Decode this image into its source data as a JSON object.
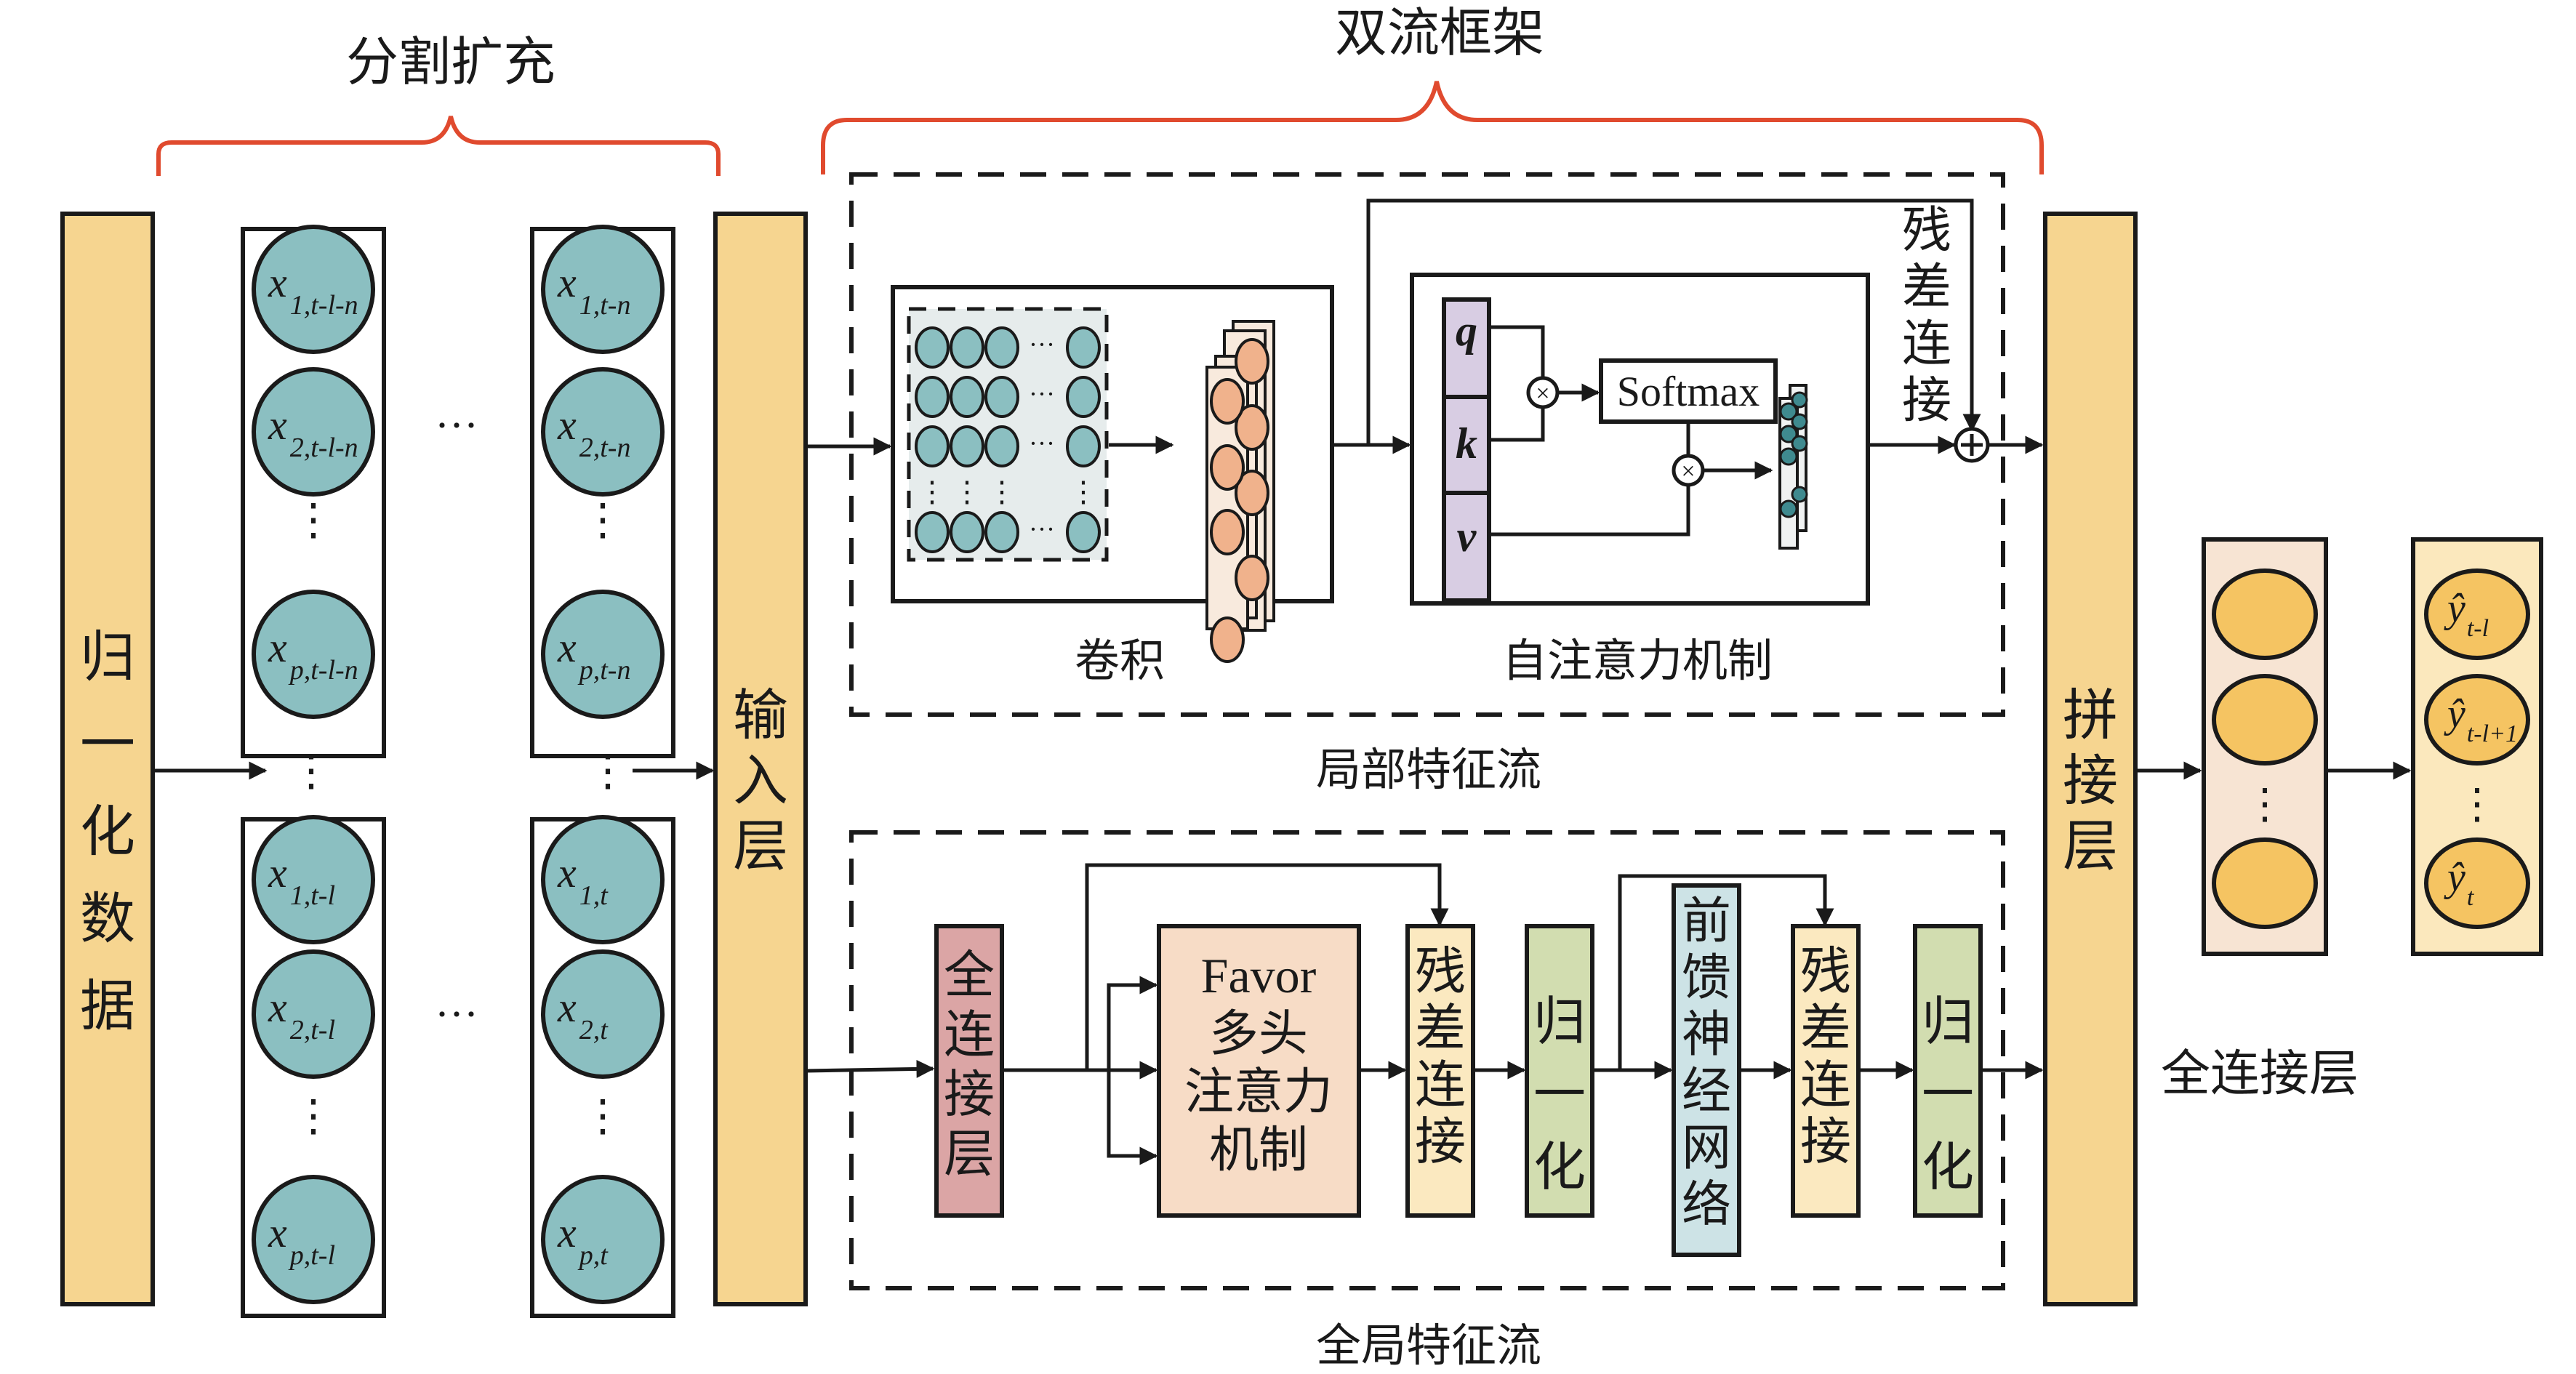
{
  "titles": {
    "split_expand": "分割扩充",
    "dual_stream": "双流框架",
    "local_stream": "局部特征流",
    "global_stream": "全局特征流"
  },
  "blocks": {
    "normalized_data": [
      "归",
      "一",
      "化",
      "数",
      "据"
    ],
    "input_layer": [
      "输",
      "入",
      "层"
    ],
    "concat_layer": [
      "拼",
      "接",
      "层"
    ],
    "fc_layer_label": "全连接层"
  },
  "split_columns": {
    "col_first_top": [
      {
        "base": "x",
        "sub": "1,t-l-n"
      },
      {
        "base": "x",
        "sub": "2,t-l-n"
      },
      {
        "base": "x",
        "sub": "p,t-l-n"
      }
    ],
    "col_last_top": [
      {
        "base": "x",
        "sub": "1,t-n"
      },
      {
        "base": "x",
        "sub": "2,t-n"
      },
      {
        "base": "x",
        "sub": "p,t-n"
      }
    ],
    "col_first_bottom": [
      {
        "base": "x",
        "sub": "1,t-l"
      },
      {
        "base": "x",
        "sub": "2,t-l"
      },
      {
        "base": "x",
        "sub": "p,t-l"
      }
    ],
    "col_last_bottom": [
      {
        "base": "x",
        "sub": "1,t"
      },
      {
        "base": "x",
        "sub": "2,t"
      },
      {
        "base": "x",
        "sub": "p,t"
      }
    ],
    "ellipsis_h": "···",
    "ellipsis_v": "⋮"
  },
  "local": {
    "conv_label": "卷积",
    "attn_label": "自注意力机制",
    "q": "q",
    "k": "k",
    "v": "v",
    "softmax": "Softmax",
    "multiply_symbol": "⊗",
    "add_symbol": "⊕",
    "residual_label": [
      "残",
      "差",
      "连",
      "接"
    ]
  },
  "global": {
    "fc": [
      "全",
      "连",
      "接",
      "层"
    ],
    "favor": [
      "Favor",
      "多头",
      "注意力",
      "机制"
    ],
    "residual1": [
      "残",
      "差",
      "连",
      "接"
    ],
    "norm1": [
      "归",
      "一",
      "化"
    ],
    "ffn": [
      "前",
      "馈",
      "神",
      "经",
      "网",
      "络"
    ],
    "residual2": [
      "残",
      "差",
      "连",
      "接"
    ],
    "norm2": [
      "归",
      "一",
      "化"
    ]
  },
  "outputs": [
    {
      "base": "ŷ",
      "sub": "t-l"
    },
    {
      "base": "ŷ",
      "sub": "t-l+1"
    },
    {
      "base": "ŷ",
      "sub": "t"
    }
  ],
  "colors": {
    "bar_orange": "#f6d590",
    "teal_node": "#8bbfc1",
    "orange_node": "#f0b28c",
    "lavender": "#d8cde3",
    "fc_red": "#dba5a5",
    "favor_peach": "#f7dcc6",
    "residual_cream": "#fbe9c0",
    "norm_green": "#d2ddb0",
    "ffn_blue": "#cde3e6",
    "fc_box_bg": "#f7e4d3",
    "out_box_bg": "#fbe8bd",
    "gold_node": "#f5c462",
    "brace_red": "#e04a2e"
  }
}
